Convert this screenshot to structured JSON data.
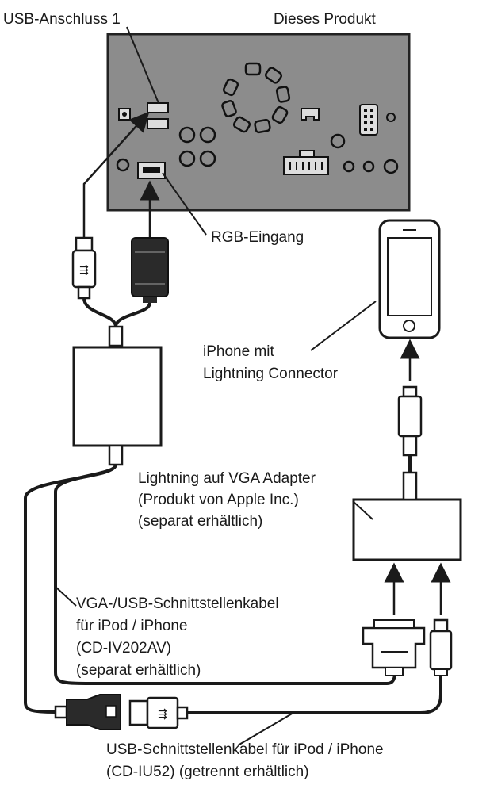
{
  "labels": {
    "usb_port": "USB-Anschluss 1",
    "product": "Dieses Produkt",
    "rgb_input": "RGB-Eingang",
    "iphone_line1": "iPhone mit",
    "iphone_line2": "Lightning Connector",
    "adapter_line1": "Lightning auf VGA Adapter",
    "adapter_line2": "(Produkt von Apple Inc.)",
    "adapter_line3": "(separat erhältlich)",
    "vga_cable_line1": "VGA-/USB-Schnittstellenkabel",
    "vga_cable_line2": "für iPod / iPhone",
    "vga_cable_line3": "(CD-IV202AV)",
    "vga_cable_line4": "(separat erhältlich)",
    "usb_cable_line1": "USB-Schnittstellenkabel für iPod / iPhone",
    "usb_cable_line2": "(CD-IU52) (getrennt erhältlich)"
  },
  "colors": {
    "panel": "#8c8c8c",
    "panel_border": "#222222",
    "line": "#1a1a1a",
    "plug_dark": "#2a2a2a"
  }
}
